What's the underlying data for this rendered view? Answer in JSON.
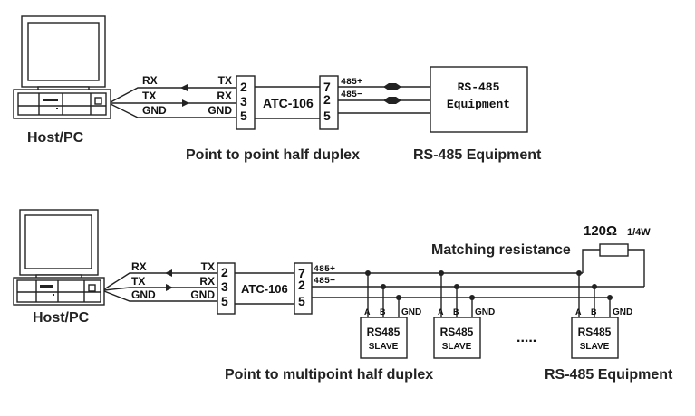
{
  "diagram": {
    "top": {
      "host_label": "Host/PC",
      "pc_signals": [
        "RX",
        "TX",
        "GND"
      ],
      "conv_signals": [
        "TX",
        "RX",
        "GND"
      ],
      "db9_pins": [
        "2",
        "3",
        "5"
      ],
      "converter_label": "ATC-106",
      "rs485_pins": [
        "7",
        "2",
        "5"
      ],
      "bus_labels": [
        "485+",
        "485−"
      ],
      "equipment_box_line1": "RS-485",
      "equipment_box_line2": "Equipment",
      "caption": "Point to point half duplex",
      "equipment_caption": "RS-485 Equipment"
    },
    "bottom": {
      "host_label": "Host/PC",
      "pc_signals": [
        "RX",
        "TX",
        "GND"
      ],
      "conv_signals": [
        "TX",
        "RX",
        "GND"
      ],
      "db9_pins": [
        "2",
        "3",
        "5"
      ],
      "converter_label": "ATC-106",
      "rs485_pins": [
        "7",
        "2",
        "5"
      ],
      "bus_labels": [
        "485+",
        "485−"
      ],
      "resistor_value": "120Ω",
      "resistor_power": "1/4W",
      "resistor_caption": "Matching resistance",
      "slaves": [
        {
          "line1": "RS485",
          "line2": "SLAVE",
          "pins": [
            "A",
            "B",
            "GND"
          ]
        },
        {
          "line1": "RS485",
          "line2": "SLAVE",
          "pins": [
            "A",
            "B",
            "GND"
          ]
        },
        {
          "line1": "RS485",
          "line2": "SLAVE",
          "pins": [
            "A",
            "B",
            "GND"
          ]
        }
      ],
      "ellipsis": ".....",
      "caption": "Point to multipoint half duplex",
      "equipment_caption": "RS-485 Equipment"
    }
  }
}
